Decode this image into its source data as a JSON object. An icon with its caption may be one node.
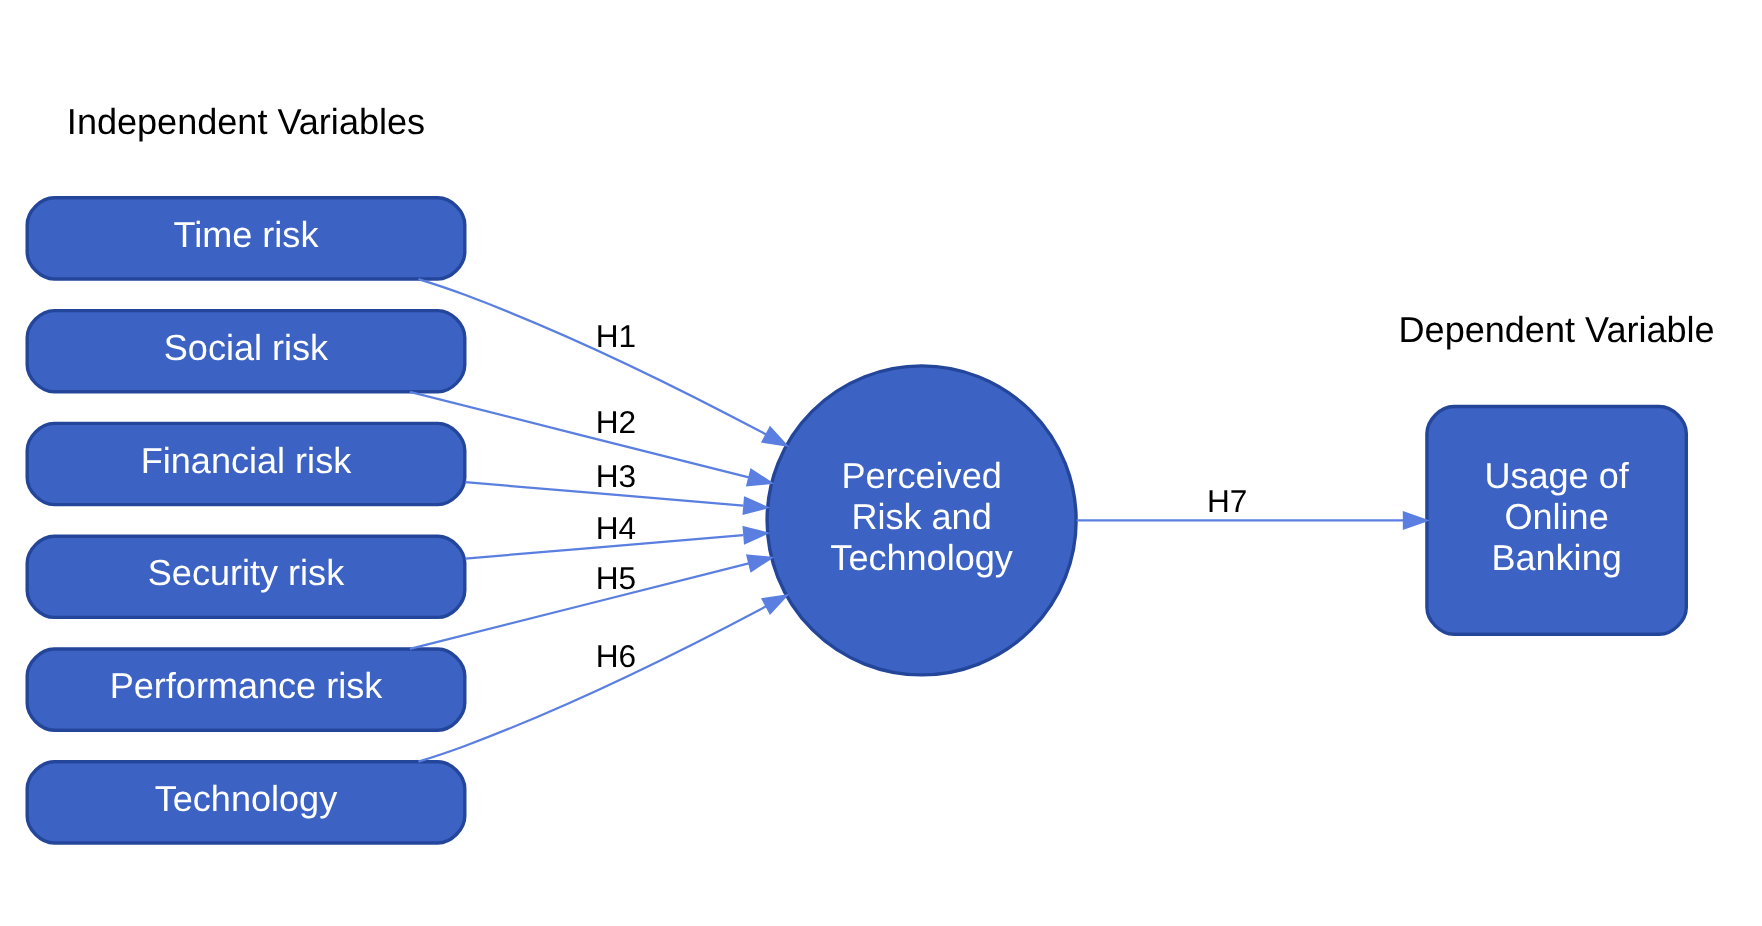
{
  "diagram": {
    "nodes": [
      {
        "text": [
          "Time risk"
        ]
      },
      {
        "text": [
          "Social risk"
        ]
      },
      {
        "text": [
          "Financial risk"
        ]
      },
      {
        "text": [
          "Security risk"
        ]
      },
      {
        "text": [
          "Performance risk"
        ]
      },
      {
        "text": [
          "Technology"
        ]
      },
      {
        "text": [
          "Perceived Risk and Technology"
        ]
      },
      {
        "text": [
          "Usage of Online Banking"
        ]
      }
    ],
    "edges": [
      {
        "from": 0,
        "to": 6,
        "arrow": "to",
        "label": "H1"
      },
      {
        "from": 1,
        "to": 6,
        "arrow": "to",
        "label": "H2"
      },
      {
        "from": 2,
        "to": 6,
        "arrow": "to",
        "label": "H3"
      },
      {
        "from": 3,
        "to": 6,
        "arrow": "to",
        "label": "H4"
      },
      {
        "from": 4,
        "to": 6,
        "arrow": "to",
        "label": "H5"
      },
      {
        "from": 5,
        "to": 6,
        "arrow": "to",
        "label": "H6"
      },
      {
        "from": 6,
        "to": 7,
        "arrow": "to",
        "label": "H7"
      }
    ],
    "labels": [
      "Independent Variables",
      "Dependent Variable"
    ]
  }
}
